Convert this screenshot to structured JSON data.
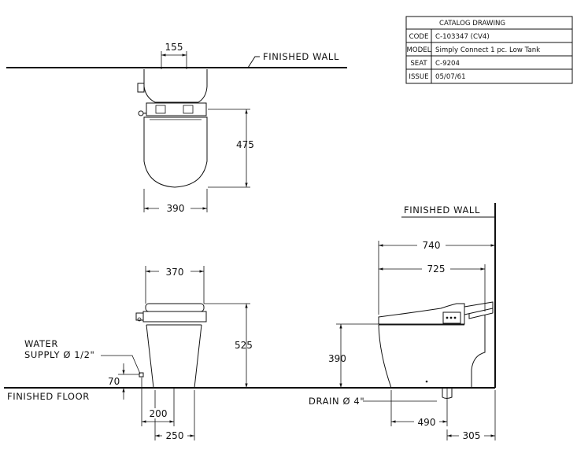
{
  "title_block": {
    "header": "CATALOG DRAWING",
    "rows": [
      {
        "key": "CODE",
        "value": "C-103347 (CV4)"
      },
      {
        "key": "MODEL",
        "value": "Simply Connect 1 pc. Low Tank"
      },
      {
        "key": "SEAT",
        "value": "C-9204"
      },
      {
        "key": "ISSUE",
        "value": "05/07/61"
      }
    ]
  },
  "labels": {
    "finished_wall_top": "FINISHED  WALL",
    "finished_wall_side": "FINISHED  WALL",
    "finished_floor": "FINISHED  FLOOR",
    "water_supply_line1": "WATER",
    "water_supply_line2": "SUPPLY Ø 1/2\"",
    "drain": "DRAIN Ø 4\""
  },
  "dimensions": {
    "top_supply_offset": "155",
    "top_depth": "475",
    "top_width": "390",
    "front_width": "370",
    "front_height": "525",
    "supply_height": "70",
    "supply_offset_200": "200",
    "supply_offset_250": "250",
    "side_overall": "740",
    "side_bowl": "725",
    "side_seat_height": "390",
    "drain_offset": "490",
    "drain_to_wall": "305"
  }
}
